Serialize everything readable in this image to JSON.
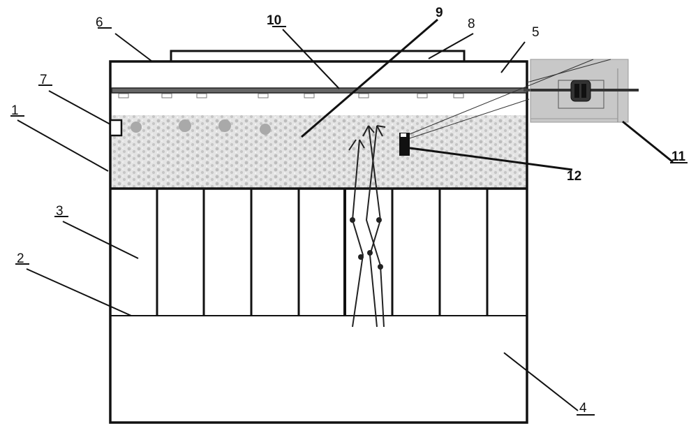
{
  "diagram": {
    "labels": {
      "l1": "1",
      "l2": "2",
      "l3": "3",
      "l4": "4",
      "l5": "5",
      "l6": "6",
      "l7": "7",
      "l8": "8",
      "l9": "9",
      "l10": "10",
      "l11": "11",
      "l12": "12"
    },
    "colors": {
      "line": "#111111",
      "soil": "#c4c4c4",
      "controller_box": "#c8c8c8"
    }
  }
}
